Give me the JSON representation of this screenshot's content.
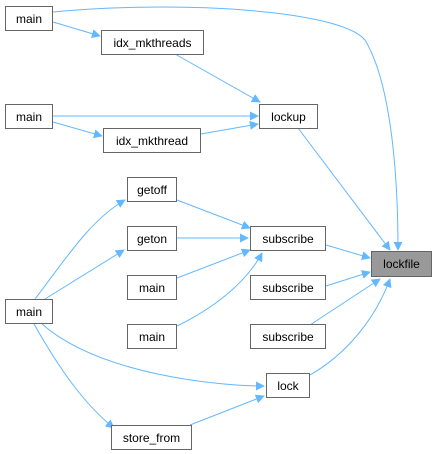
{
  "graph": {
    "edge_color": "#63b8ff",
    "node_border": "#666666",
    "focus_fill": "#999999",
    "nodes": [
      {
        "id": "n_main_top",
        "label": "main"
      },
      {
        "id": "n_idx_mkthreads",
        "label": "idx_mkthreads"
      },
      {
        "id": "n_main_2",
        "label": "main"
      },
      {
        "id": "n_idx_mkthread",
        "label": "idx_mkthread"
      },
      {
        "id": "n_lockup",
        "label": "lockup"
      },
      {
        "id": "n_getoff",
        "label": "getoff"
      },
      {
        "id": "n_geton",
        "label": "geton"
      },
      {
        "id": "n_main_mid1",
        "label": "main"
      },
      {
        "id": "n_main_mid2",
        "label": "main"
      },
      {
        "id": "n_subscribe_1",
        "label": "subscribe"
      },
      {
        "id": "n_subscribe_2",
        "label": "subscribe"
      },
      {
        "id": "n_subscribe_3",
        "label": "subscribe"
      },
      {
        "id": "n_main_left",
        "label": "main"
      },
      {
        "id": "n_lock",
        "label": "lock"
      },
      {
        "id": "n_store_from",
        "label": "store_from"
      },
      {
        "id": "n_lockfile",
        "label": "lockfile"
      }
    ]
  }
}
